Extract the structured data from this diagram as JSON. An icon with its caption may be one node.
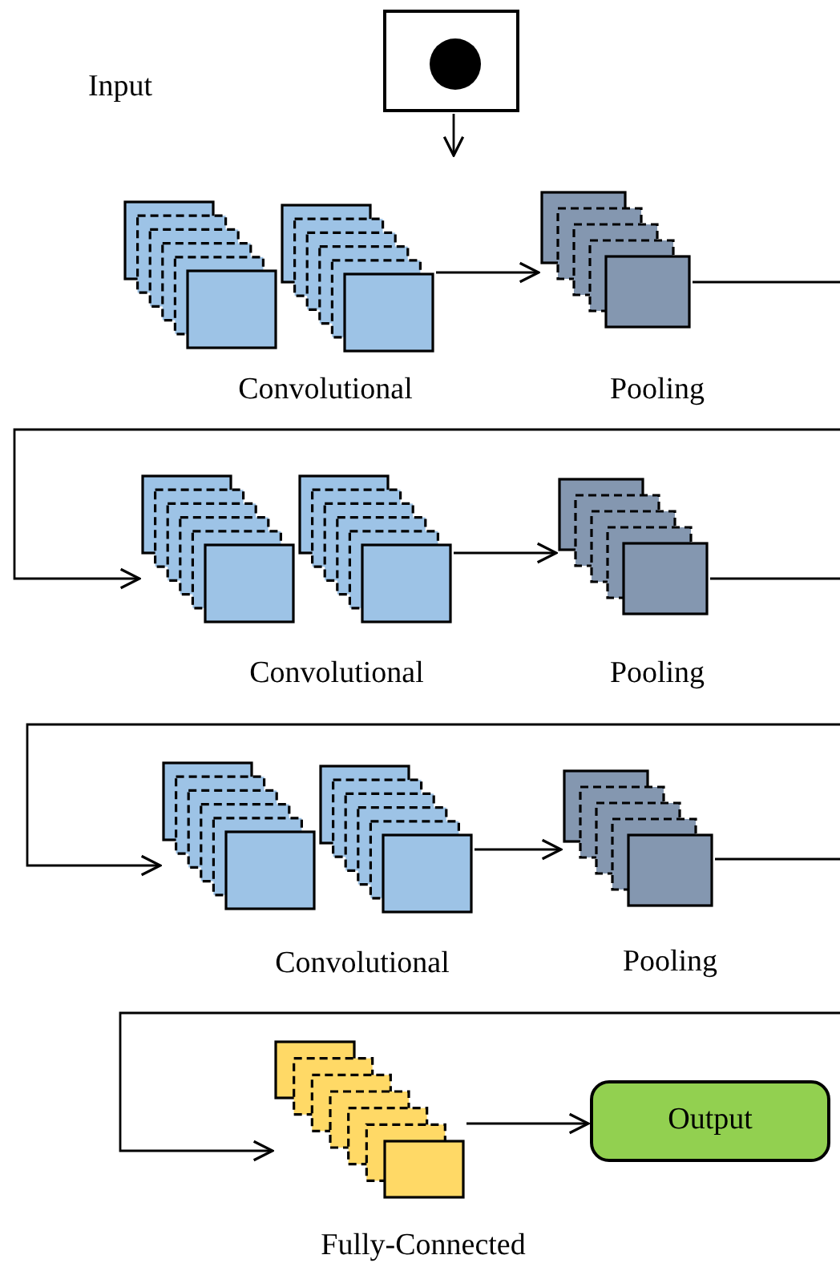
{
  "diagram": {
    "nodes": [
      {
        "text": [],
        "shape": "picture"
      },
      {
        "text": [],
        "shape": "box"
      },
      {
        "text": [],
        "shape": "box"
      },
      {
        "text": [],
        "shape": "box"
      },
      {
        "text": [],
        "shape": "box"
      },
      {
        "text": [],
        "shape": "box"
      },
      {
        "text": [],
        "shape": "box"
      },
      {
        "text": [],
        "shape": "box"
      },
      {
        "text": [],
        "shape": "box"
      },
      {
        "text": [],
        "shape": "box"
      },
      {
        "text": [],
        "shape": "box"
      },
      {
        "text": [
          "Output"
        ]
      }
    ],
    "edges": [
      {
        "from": 0,
        "to": null,
        "arrow": "to"
      },
      {
        "from": 2,
        "to": 3,
        "arrow": "to"
      },
      {
        "from": 3,
        "to": 4,
        "arrow": "to"
      },
      {
        "from": 5,
        "to": 6,
        "arrow": "to"
      },
      {
        "from": 6,
        "to": 7,
        "arrow": "to"
      },
      {
        "from": 8,
        "to": 9,
        "arrow": "to"
      },
      {
        "from": 9,
        "to": 10,
        "arrow": "to"
      },
      {
        "from": 10,
        "to": 11,
        "arrow": "to"
      }
    ],
    "labels": [
      "Input",
      "Convolutional",
      "Pooling",
      "Convolutional",
      "Pooling",
      "Convolutional",
      "Pooling",
      "Fully-Connected"
    ]
  }
}
